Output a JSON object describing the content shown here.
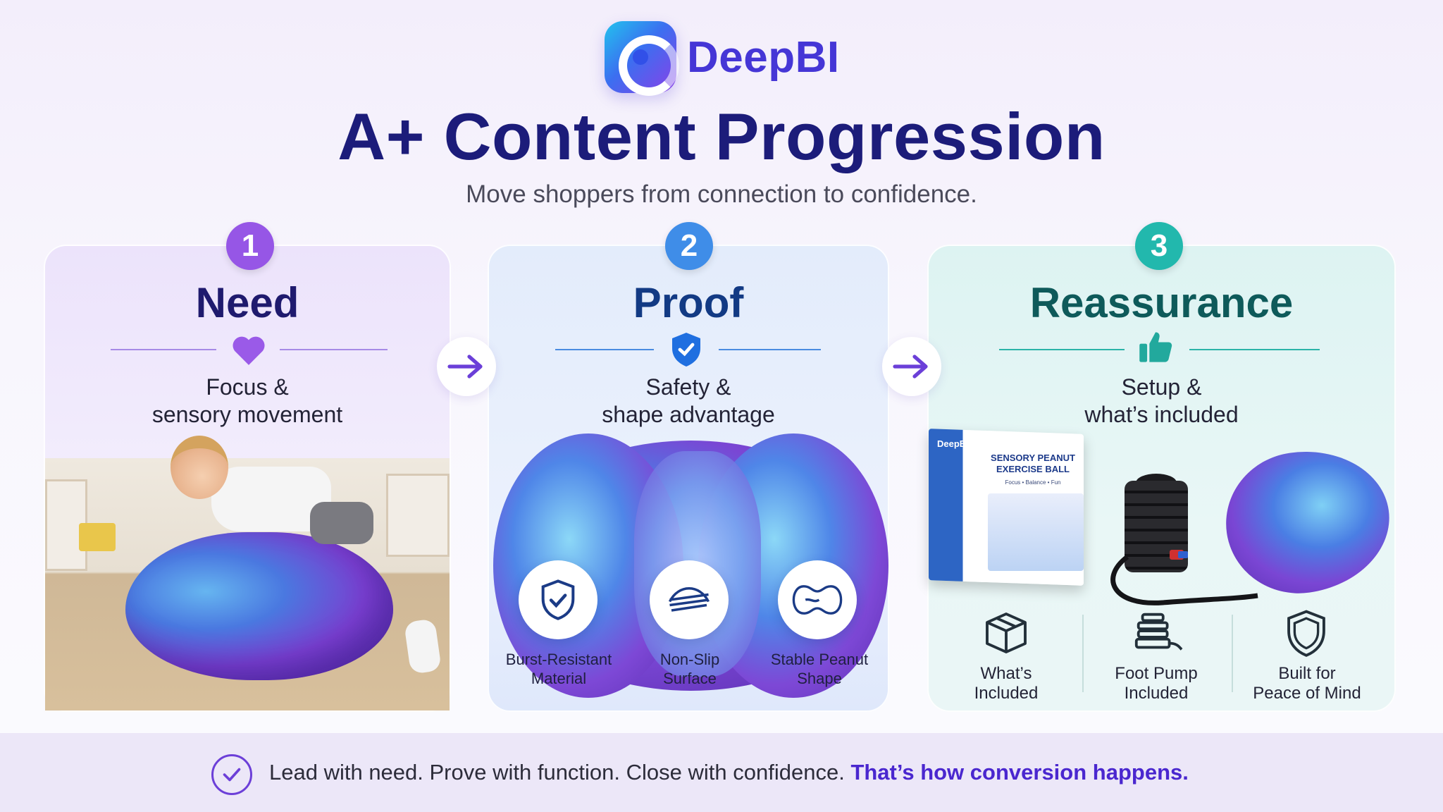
{
  "header": {
    "brand": "DeepBI",
    "title": "A+ Content Progression",
    "subtitle": "Move shoppers from connection to confidence."
  },
  "cards": [
    {
      "number": "1",
      "heading": "Need",
      "subtitle_line1": "Focus &",
      "subtitle_line2": "sensory movement",
      "icon": "heart-icon",
      "accent": "#9656e6"
    },
    {
      "number": "2",
      "heading": "Proof",
      "subtitle_line1": "Safety &",
      "subtitle_line2": "shape advantage",
      "icon": "shield-check-icon",
      "accent": "#3f8de8",
      "features": [
        {
          "line1": "Burst-Resistant",
          "line2": "Material",
          "icon": "shield-check-icon"
        },
        {
          "line1": "Non-Slip",
          "line2": "Surface",
          "icon": "non-slip-icon"
        },
        {
          "line1": "Stable Peanut",
          "line2": "Shape",
          "icon": "peanut-shape-icon"
        }
      ]
    },
    {
      "number": "3",
      "heading": "Reassurance",
      "subtitle_line1": "Setup &",
      "subtitle_line2": "what’s included",
      "icon": "thumbs-up-icon",
      "accent": "#22b8ad",
      "box_brand": "DeepBI",
      "box_title": "SENSORY PEANUT EXERCISE BALL",
      "box_tagline": "Focus • Balance • Fun",
      "features": [
        {
          "line1": "What’s",
          "line2": "Included",
          "icon": "box-icon"
        },
        {
          "line1": "Foot Pump",
          "line2": "Included",
          "icon": "foot-pump-icon"
        },
        {
          "line1": "Built for",
          "line2": "Peace of Mind",
          "icon": "shield-icon"
        }
      ]
    }
  ],
  "footer": {
    "text": "Lead with need. Prove with function. Close with confidence.",
    "highlight": "That’s how conversion happens."
  },
  "colors": {
    "title": "#1c1c7a",
    "brand": "#4536d6",
    "footer_highlight": "#4a27cf"
  }
}
